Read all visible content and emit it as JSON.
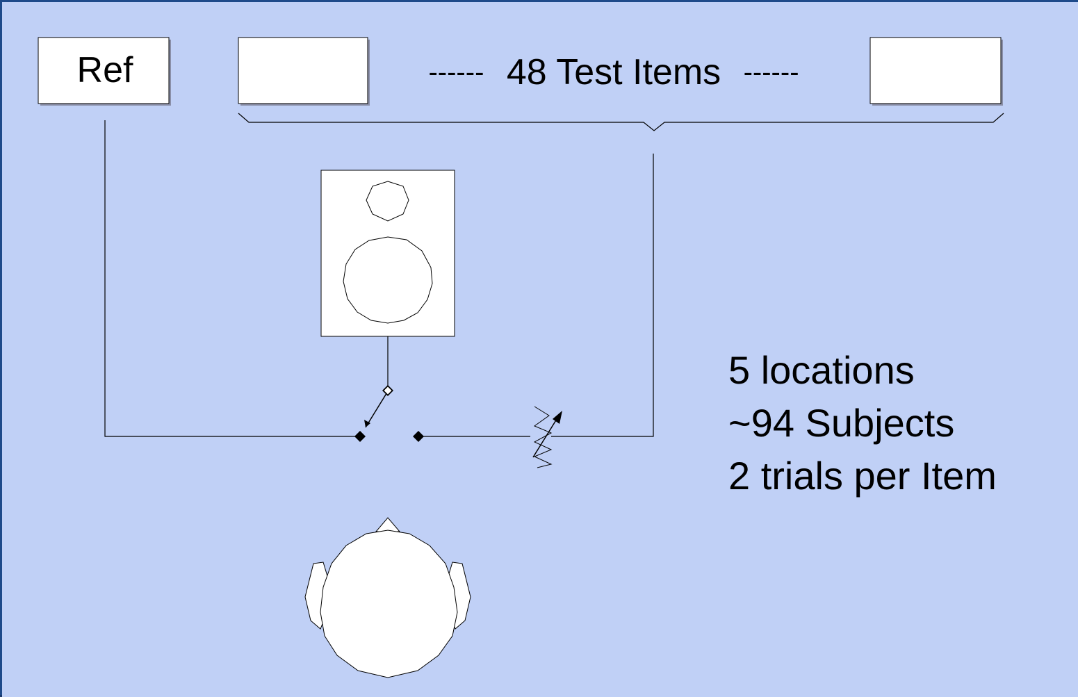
{
  "colors": {
    "background": "#c0d0f6",
    "border": "#1e4a8a",
    "shape_fill": "#ffffff",
    "line": "#000000"
  },
  "ref_box": {
    "label": "Ref"
  },
  "test_items": {
    "dashes_left": "------",
    "label": "48 Test Items",
    "dashes_right": "------"
  },
  "info_lines": {
    "locations": "5 locations",
    "subjects": "~94 Subjects",
    "trials": "2 trials per Item"
  },
  "icons": [
    "loudspeaker-icon",
    "switch-icon",
    "variable-resistor-icon",
    "listener-head-icon"
  ]
}
